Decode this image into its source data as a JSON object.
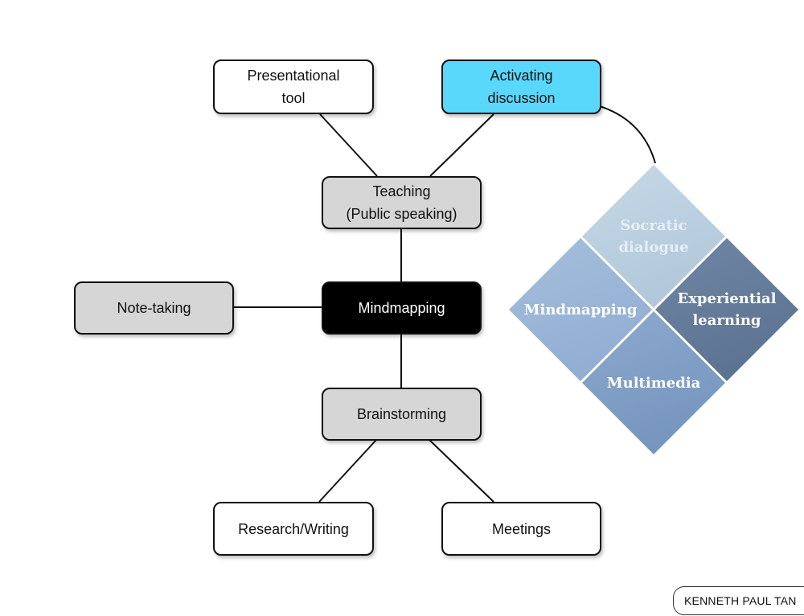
{
  "nodes": {
    "presentational": "Presentational\ntool",
    "activating": "Activating\ndiscussion",
    "teaching": "Teaching\n(Public speaking)",
    "note_taking": "Note-taking",
    "mindmapping": "Mindmapping",
    "brainstorming": "Brainstorming",
    "research": "Research/Writing",
    "meetings": "Meetings"
  },
  "diamond": {
    "top": "Socratic\ndialogue",
    "left": "Mindmapping",
    "right": "Experiential\nlearning",
    "bottom": "Multimedia"
  },
  "credit": "KENNETH PAUL TAN",
  "colors": {
    "highlight": "#5ad8fb",
    "center": "#000000",
    "secondary": "#d6d6d6"
  }
}
